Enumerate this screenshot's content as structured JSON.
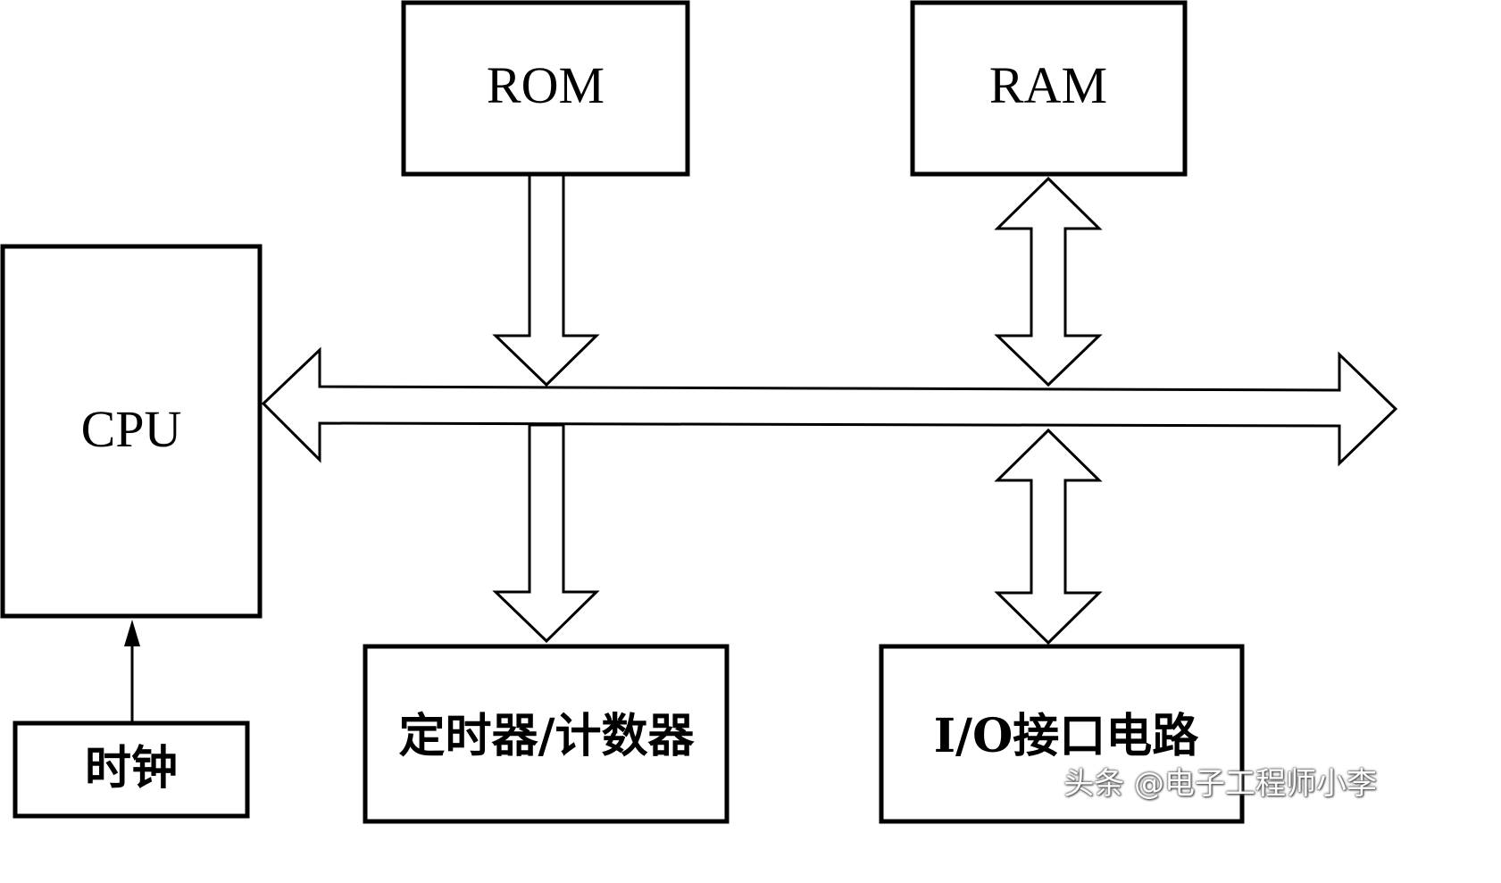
{
  "diagram": {
    "rom_label": "ROM",
    "ram_label": "RAM",
    "cpu_label": "CPU",
    "clock_label": "时钟",
    "timer_label": "定时器/计数器",
    "io_label": "I/O接口电路"
  },
  "watermark": {
    "text": "头条 @电子工程师小李"
  }
}
